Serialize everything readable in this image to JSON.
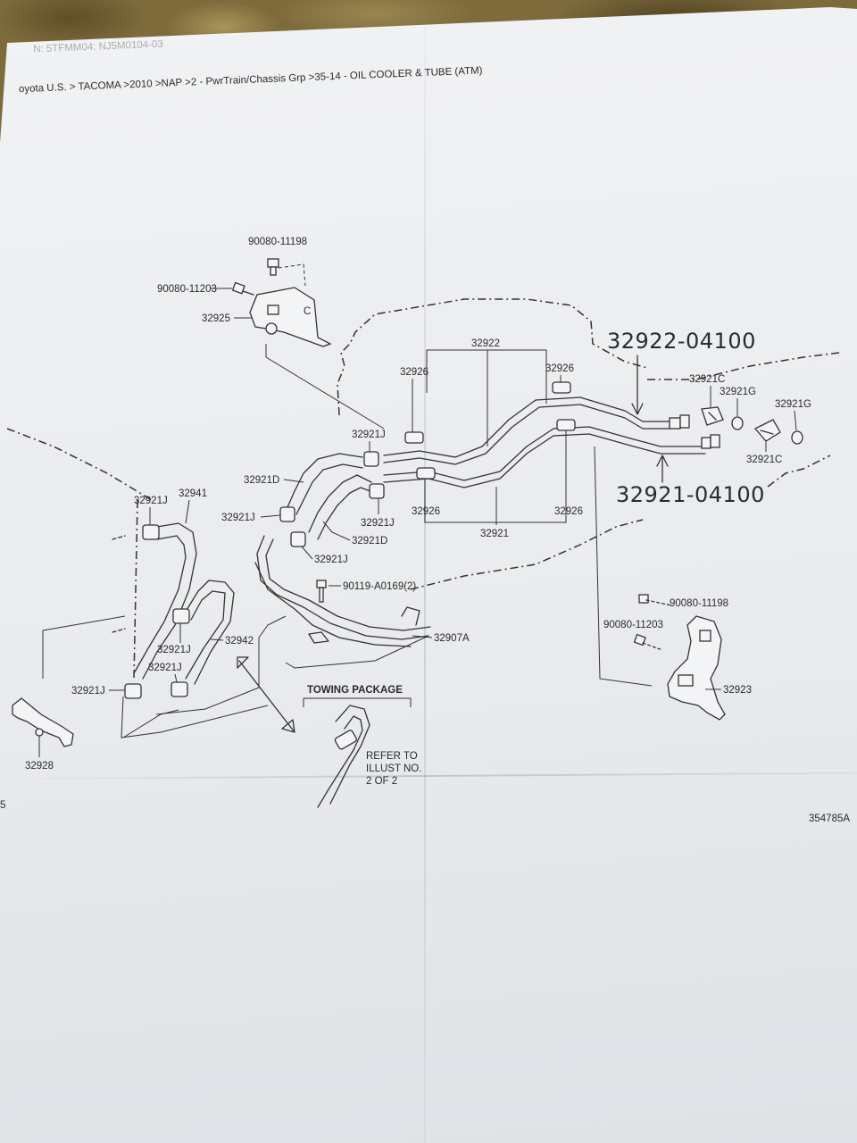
{
  "header": {
    "faded_text": "N: 5TFMM04: NJ5M0104-03",
    "breadcrumb": "oyota U.S. > TACOMA >2010 >NAP >2 - PwrTrain/Chassis Grp >35-14 - OIL COOLER & TUBE (ATM)"
  },
  "handwritten": {
    "upper": "32922-04100",
    "lower": "32921-04100"
  },
  "parts": {
    "p90080_11198_top": "90080-11198",
    "p90080_11203_top": "90080-11203",
    "p32925": "32925",
    "p32922": "32922",
    "p32926_a": "32926",
    "p32926_b": "32926",
    "p32926_c": "32926",
    "p32926_d": "32926",
    "p32921C_a": "32921C",
    "p32921G_a": "32921G",
    "p32921G_b": "32921G",
    "p32921C_b": "32921C",
    "p32921J_a": "32921J",
    "p32921D_a": "32921D",
    "p32921J_b": "32921J",
    "p32921J_c": "32921J",
    "p32921D_b": "32921D",
    "p32921J_d": "32921J",
    "p32921": "32921",
    "p32921J_e": "32921J",
    "p32941": "32941",
    "p90119": "90119-A0169(2)",
    "p32907A": "32907A",
    "p32942": "32942",
    "p32921J_f": "32921J",
    "p32921J_g": "32921J",
    "p32921J_h": "32921J",
    "p32928": "32928",
    "p90080_11198_right": "90080-11198",
    "p90080_11203_right": "90080-11203",
    "p32923": "32923"
  },
  "towing": {
    "title": "TOWING PACKAGE",
    "refer_line1": "REFER TO",
    "refer_line2": "ILLUST NO.",
    "refer_line3": "2 OF 2"
  },
  "footer": {
    "left_mark": "5",
    "illustration_id": "354785A"
  }
}
